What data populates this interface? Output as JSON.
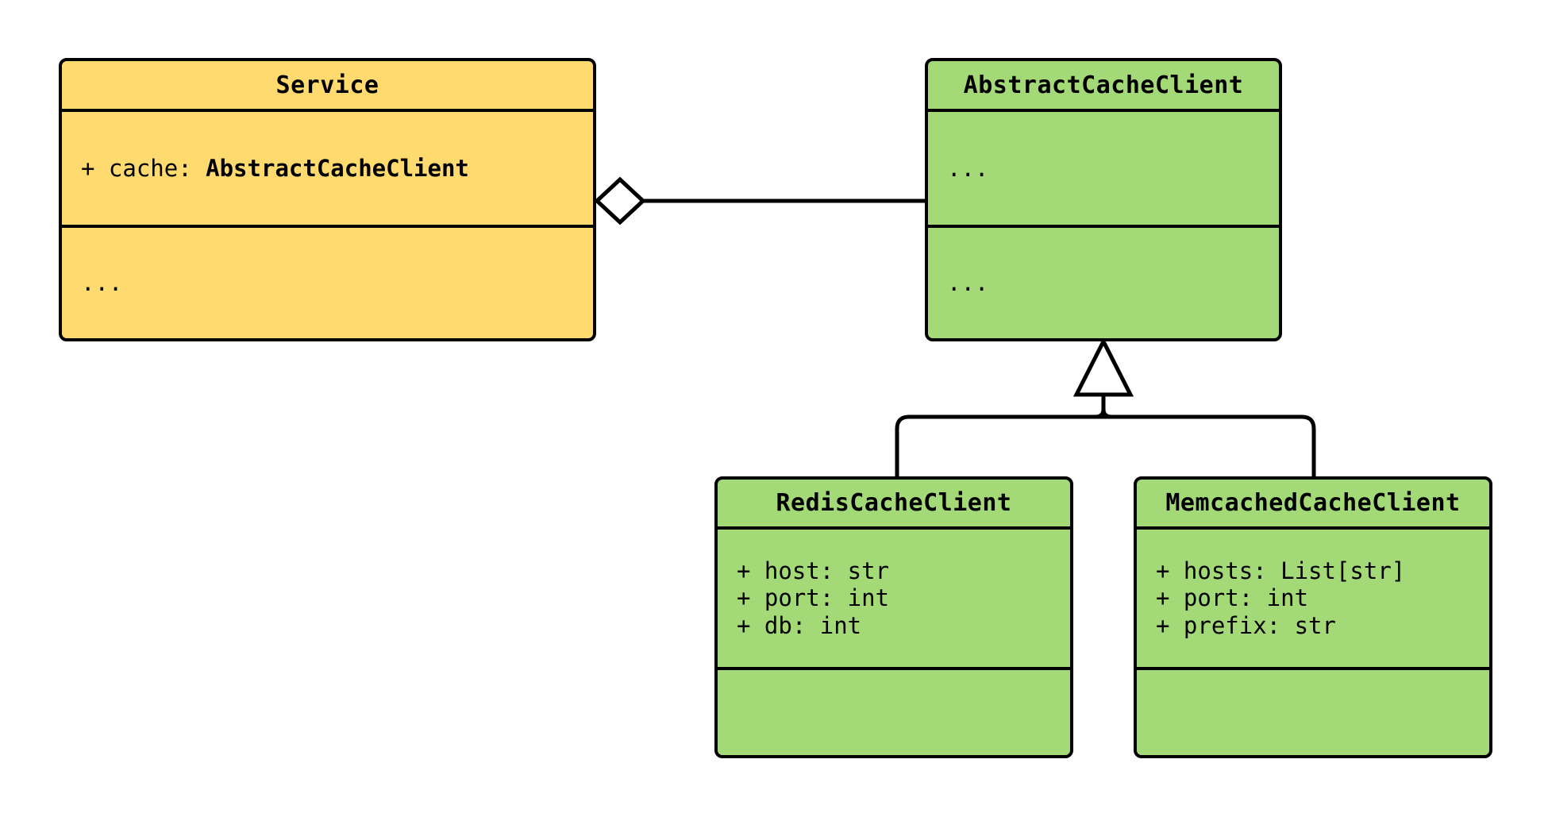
{
  "diagram": {
    "title": "UML class diagram",
    "type": "uml-class-diagram",
    "background": "#ffffff",
    "line_color": "#000000",
    "palette": {
      "service_fill": "#ffda6e",
      "cache_fill": "#a4d977",
      "border": "#000000",
      "marker_fill": "#ffffff"
    },
    "classes": [
      {
        "id": "service",
        "name": "Service",
        "fill": "#ffda6e",
        "compartments": [
          {
            "kind": "attributes",
            "rows": [
              {
                "prefix": "+ cache: ",
                "emphasis": "AbstractCacheClient"
              }
            ]
          },
          {
            "kind": "methods",
            "rows": [
              {
                "text": "..."
              }
            ]
          }
        ]
      },
      {
        "id": "abstract-cache-client",
        "name": "AbstractCacheClient",
        "fill": "#a4d977",
        "compartments": [
          {
            "kind": "attributes",
            "rows": [
              {
                "text": "..."
              }
            ]
          },
          {
            "kind": "methods",
            "rows": [
              {
                "text": "..."
              }
            ]
          }
        ]
      },
      {
        "id": "redis-cache-client",
        "name": "RedisCacheClient",
        "fill": "#a4d977",
        "compartments": [
          {
            "kind": "attributes",
            "rows": [
              {
                "text": "+ host: str"
              },
              {
                "text": "+ port: int"
              },
              {
                "text": "+ db: int"
              }
            ]
          },
          {
            "kind": "methods",
            "rows": []
          }
        ]
      },
      {
        "id": "memcached-cache-client",
        "name": "MemcachedCacheClient",
        "fill": "#a4d977",
        "compartments": [
          {
            "kind": "attributes",
            "rows": [
              {
                "text": "+ hosts: List[str]"
              },
              {
                "text": "+ port: int"
              },
              {
                "text": "+ prefix: str"
              }
            ]
          },
          {
            "kind": "methods",
            "rows": []
          }
        ]
      }
    ],
    "relationships": [
      {
        "id": "service-aggregates-cache",
        "type": "aggregation",
        "marker": "hollow-diamond",
        "source": "service",
        "target": "abstract-cache-client",
        "label": ""
      },
      {
        "id": "redis-inherits-abstract",
        "type": "generalization",
        "marker": "hollow-triangle",
        "source": "redis-cache-client",
        "target": "abstract-cache-client",
        "label": ""
      },
      {
        "id": "memcached-inherits-abstract",
        "type": "generalization",
        "marker": "hollow-triangle",
        "source": "memcached-cache-client",
        "target": "abstract-cache-client",
        "label": ""
      }
    ]
  }
}
